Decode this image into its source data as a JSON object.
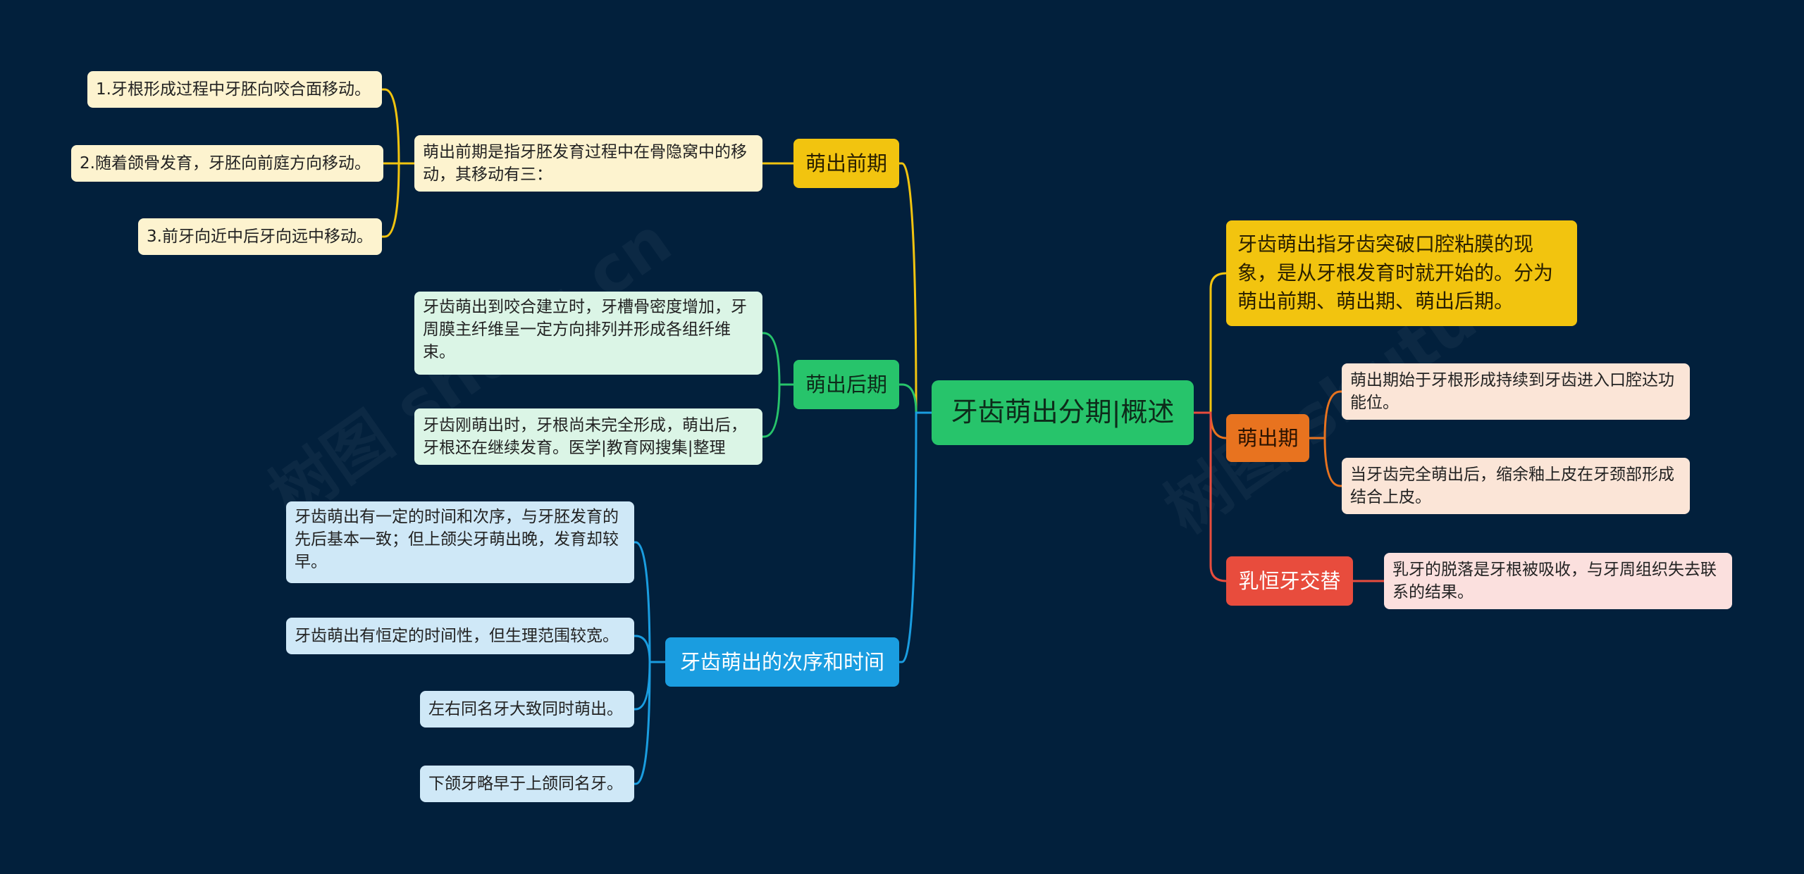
{
  "watermark": "树图 shutu.cn",
  "center": {
    "label": "牙齿萌出分期|概述"
  },
  "left": [
    {
      "label": "萌出前期",
      "color": "#f2c40f",
      "detail": "萌出前期是指牙胚发育过程中在骨隐窝中的移动，其移动有三：",
      "items": [
        "1.牙根形成过程中牙胚向咬合面移动。",
        "2.随着颌骨发育，牙胚向前庭方向移动。",
        "3.前牙向近中后牙向远中移动。"
      ]
    },
    {
      "label": "萌出后期",
      "color": "#27c46b",
      "items": [
        "牙齿萌出到咬合建立时，牙槽骨密度增加，牙周膜主纤维呈一定方向排列并形成各组纤维束。",
        "牙齿刚萌出时，牙根尚未完全形成，萌出后，牙根还在继续发育。医学|教育网搜集|整理"
      ]
    },
    {
      "label": "牙齿萌出的次序和时间",
      "color": "#1a9de0",
      "items": [
        "牙齿萌出有一定的时间和次序，与牙胚发育的先后基本一致；但上颌尖牙萌出晚，发育却较早。",
        "牙齿萌出有恒定的时间性，但生理范围较宽。",
        "左右同名牙大致同时萌出。",
        "下颌牙略早于上颌同名牙。"
      ]
    }
  ],
  "right": [
    {
      "label": "牙齿萌出指牙齿突破口腔粘膜的现象，是从牙根发育时就开始的。分为萌出前期、萌出期、萌出后期。",
      "color": "#f2c40f"
    },
    {
      "label": "萌出期",
      "color": "#e8731f",
      "items": [
        "萌出期始于牙根形成持续到牙齿进入口腔达功能位。",
        "当牙齿完全萌出后，缩余釉上皮在牙颈部形成结合上皮。"
      ]
    },
    {
      "label": "乳恒牙交替",
      "color": "#e84c3d",
      "items": [
        "乳牙的脱落是牙根被吸收，与牙周组织失去联系的结果。"
      ]
    }
  ]
}
